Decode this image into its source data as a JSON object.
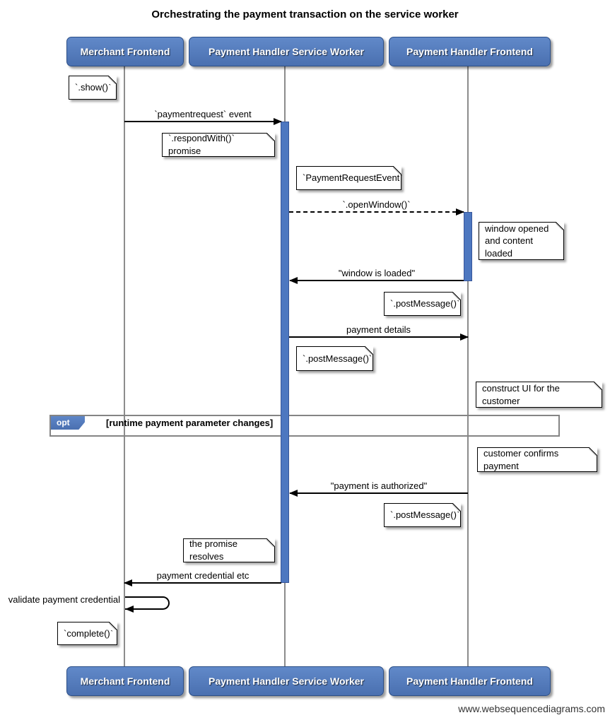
{
  "title": "Orchestrating the payment transaction on the service worker",
  "footer": "www.websequencediagrams.com",
  "actors": [
    {
      "label": "Merchant Frontend"
    },
    {
      "label": "Payment Handler Service Worker"
    },
    {
      "label": "Payment Handler Frontend"
    }
  ],
  "messages": [
    {
      "label": "`paymentrequest` event",
      "type": "solid",
      "from": "Merchant Frontend",
      "to": "Payment Handler Service Worker"
    },
    {
      "label": "`.openWindow()`",
      "type": "dashed",
      "from": "Payment Handler Service Worker",
      "to": "Payment Handler Frontend"
    },
    {
      "label": "\"window is loaded\"",
      "type": "solid",
      "from": "Payment Handler Frontend",
      "to": "Payment Handler Service Worker"
    },
    {
      "label": "payment details",
      "type": "solid",
      "from": "Payment Handler Service Worker",
      "to": "Payment Handler Frontend"
    },
    {
      "label": "\"payment is authorized\"",
      "type": "solid",
      "from": "Payment Handler Frontend",
      "to": "Payment Handler Service Worker"
    },
    {
      "label": "payment credential etc",
      "type": "solid",
      "from": "Payment Handler Service Worker",
      "to": "Merchant Frontend"
    },
    {
      "label": "validate payment credential",
      "type": "self",
      "from": "Merchant Frontend",
      "to": "Merchant Frontend"
    }
  ],
  "notes": [
    {
      "text": "`.show()`"
    },
    {
      "text": "`.respondWith()` promise"
    },
    {
      "text": "`PaymentRequestEvent`"
    },
    {
      "text": "window opened\nand content loaded"
    },
    {
      "text": "`.postMessage()`"
    },
    {
      "text": "`.postMessage()`"
    },
    {
      "text": "construct UI for the customer"
    },
    {
      "text": "customer confirms payment"
    },
    {
      "text": "`.postMessage()`"
    },
    {
      "text": "the promise resolves"
    },
    {
      "text": "`complete()`"
    }
  ],
  "fragment": {
    "operator": "opt",
    "guard": "[runtime payment parameter changes]"
  },
  "colors": {
    "actor_blue": "#4d77c0",
    "actor_border": "#2c4f87",
    "activation_blue": "#4d77c0",
    "frame_gray": "#848484",
    "lifeline_gray": "#8c8c8c",
    "arrow_black": "#000000",
    "note_bg": "#ffffff"
  }
}
